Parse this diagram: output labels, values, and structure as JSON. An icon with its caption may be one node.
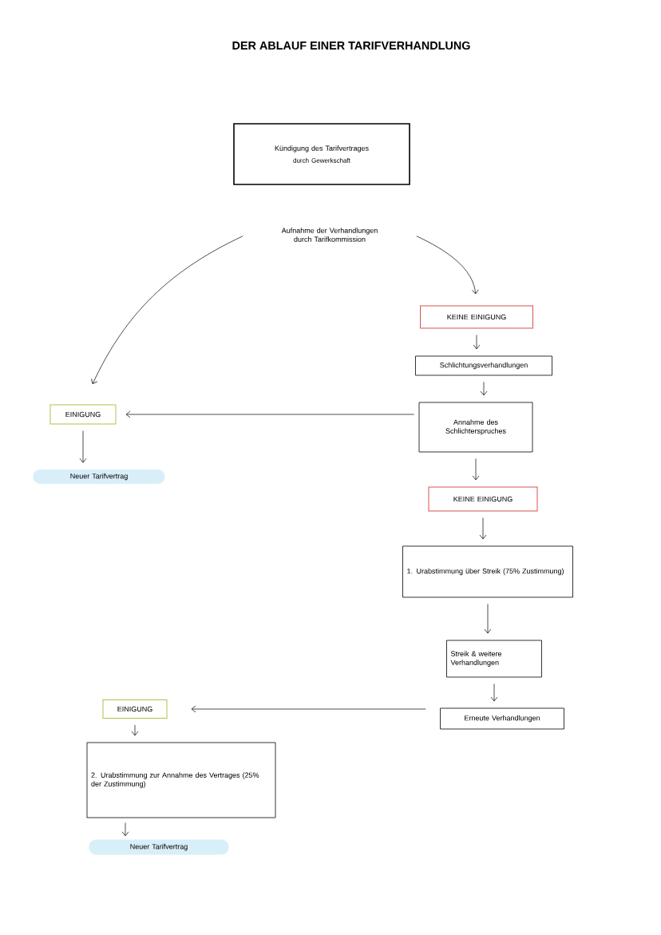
{
  "diagram": {
    "title": "DER ABLAUF EINER TARIFVERHANDLUNG",
    "nodes": [
      {
        "text": [
          "Kündigung des Tarifvertrages",
          "durch Gewerkschaft"
        ]
      },
      {
        "text": [
          "Aufnahme der Verhandlungen durch Tarifkommission"
        ]
      },
      {
        "text": [
          "KEINE EINIGUNG"
        ]
      },
      {
        "text": [
          "Schlichtungsverhandlungen"
        ]
      },
      {
        "text": [
          "Annahme des Schlichterspruches"
        ]
      },
      {
        "text": [
          "EINIGUNG"
        ]
      },
      {
        "text": [
          "Neuer Tarifvertrag"
        ]
      },
      {
        "text": [
          "KEINE EINIGUNG"
        ]
      },
      {
        "text": [
          "1. Urabstimmung über Streik (75% Zustimmung)"
        ]
      },
      {
        "text": [
          "Streik & weitere Verhandlungen"
        ]
      },
      {
        "text": [
          "Erneute Verhandlungen"
        ]
      },
      {
        "text": [
          "EINIGUNG"
        ]
      },
      {
        "text": [
          "2. Urabstimmung zur Annahme des Vertrages (25% der Zustimmung)"
        ]
      },
      {
        "text": [
          "Neuer Tarifvertrag"
        ]
      }
    ],
    "edges": [
      {
        "from": 1,
        "to": 5,
        "arrow": "to"
      },
      {
        "from": 1,
        "to": 2,
        "arrow": "to"
      },
      {
        "from": 2,
        "to": 3,
        "arrow": "to"
      },
      {
        "from": 3,
        "to": 4,
        "arrow": "to"
      },
      {
        "from": 4,
        "to": 5,
        "arrow": "to"
      },
      {
        "from": 5,
        "to": 6,
        "arrow": "to"
      },
      {
        "from": 4,
        "to": 7,
        "arrow": "to"
      },
      {
        "from": 7,
        "to": 8,
        "arrow": "to"
      },
      {
        "from": 8,
        "to": 9,
        "arrow": "to"
      },
      {
        "from": 9,
        "to": 10,
        "arrow": "to"
      },
      {
        "from": 10,
        "to": 11,
        "arrow": "to"
      },
      {
        "from": 11,
        "to": 12,
        "arrow": "to"
      },
      {
        "from": 12,
        "to": 13,
        "arrow": "to"
      }
    ]
  }
}
